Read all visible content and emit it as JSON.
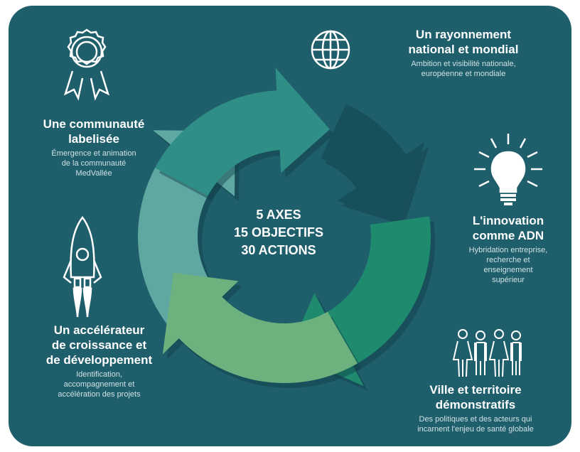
{
  "colors": {
    "background": "#1f5e6b",
    "arrow_dark": "#17505a",
    "arrow_green": "#1e8a6e",
    "arrow_light_green": "#6db27e",
    "arrow_pale": "#5fa8a2",
    "arrow_teal": "#2f8f86"
  },
  "center": {
    "line1": "5 AXES",
    "line2": "15 OBJECTIFS",
    "line3": "30 ACTIONS"
  },
  "axes": [
    {
      "icon": "globe-icon",
      "title_lines": [
        "Un rayonnement",
        "national et mondial"
      ],
      "desc_lines": [
        "Ambition et visibilité nationale,",
        "européenne et mondiale"
      ]
    },
    {
      "icon": "lightbulb-icon",
      "title_lines": [
        "L'innovation",
        "comme ADN"
      ],
      "desc_lines": [
        "Hybridation entreprise,",
        "recherche et",
        "enseignement",
        "supérieur"
      ]
    },
    {
      "icon": "people-icon",
      "title_lines": [
        "Ville et territoire",
        "démonstratifs"
      ],
      "desc_lines": [
        "Des politiques et des acteurs qui",
        "incarnent l'enjeu de santé globale"
      ]
    },
    {
      "icon": "rocket-icon",
      "title_lines": [
        "Un accélérateur",
        "de croissance et",
        "de développement"
      ],
      "desc_lines": [
        "Identification,",
        "accompagnement et",
        "accélération des projets"
      ]
    },
    {
      "icon": "award-badge-icon",
      "title_lines": [
        "Une communauté",
        "labelisée"
      ],
      "desc_lines": [
        "Émergence et animation",
        "de la communauté",
        "MedVallée"
      ]
    }
  ]
}
